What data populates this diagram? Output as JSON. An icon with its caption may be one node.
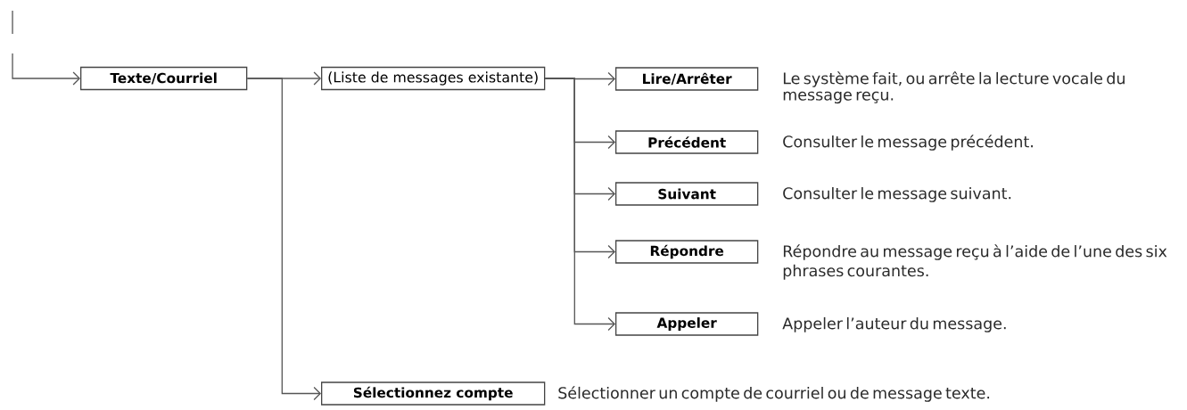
{
  "diagram": {
    "nodes": [
      {
        "text": [
          "Texte/Courriel"
        ]
      },
      {
        "text": [
          "(Liste de messages existante)"
        ]
      },
      {
        "text": [
          "Lire/Arrêter"
        ],
        "beside": [
          "Le système fait, ou arrête la lecture vocale du message reçu."
        ]
      },
      {
        "text": [
          "Précédent"
        ],
        "beside": [
          "Consulter le message précédent."
        ]
      },
      {
        "text": [
          "Suivant"
        ],
        "beside": [
          "Consulter le message suivant."
        ]
      },
      {
        "text": [
          "Répondre"
        ],
        "beside": [
          "Répondre au message reçu à l’aide de l’une des six phrases courantes."
        ]
      },
      {
        "text": [
          "Appeler"
        ],
        "beside": [
          "Appeler l’auteur du message."
        ]
      },
      {
        "text": [
          "Sélectionnez compte"
        ],
        "beside": [
          "Sélectionner un compte de courriel ou de message texte."
        ]
      }
    ],
    "edges": [
      {
        "from": null,
        "to": 0,
        "arrow": "to"
      },
      {
        "from": 0,
        "to": 1,
        "arrow": "to"
      },
      {
        "from": 1,
        "to": 2,
        "arrow": "to"
      },
      {
        "from": 1,
        "to": 3,
        "arrow": "to"
      },
      {
        "from": 1,
        "to": 4,
        "arrow": "to"
      },
      {
        "from": 1,
        "to": 5,
        "arrow": "to"
      },
      {
        "from": 1,
        "to": 6,
        "arrow": "to"
      },
      {
        "from": 0,
        "to": 7,
        "arrow": "to"
      }
    ]
  }
}
